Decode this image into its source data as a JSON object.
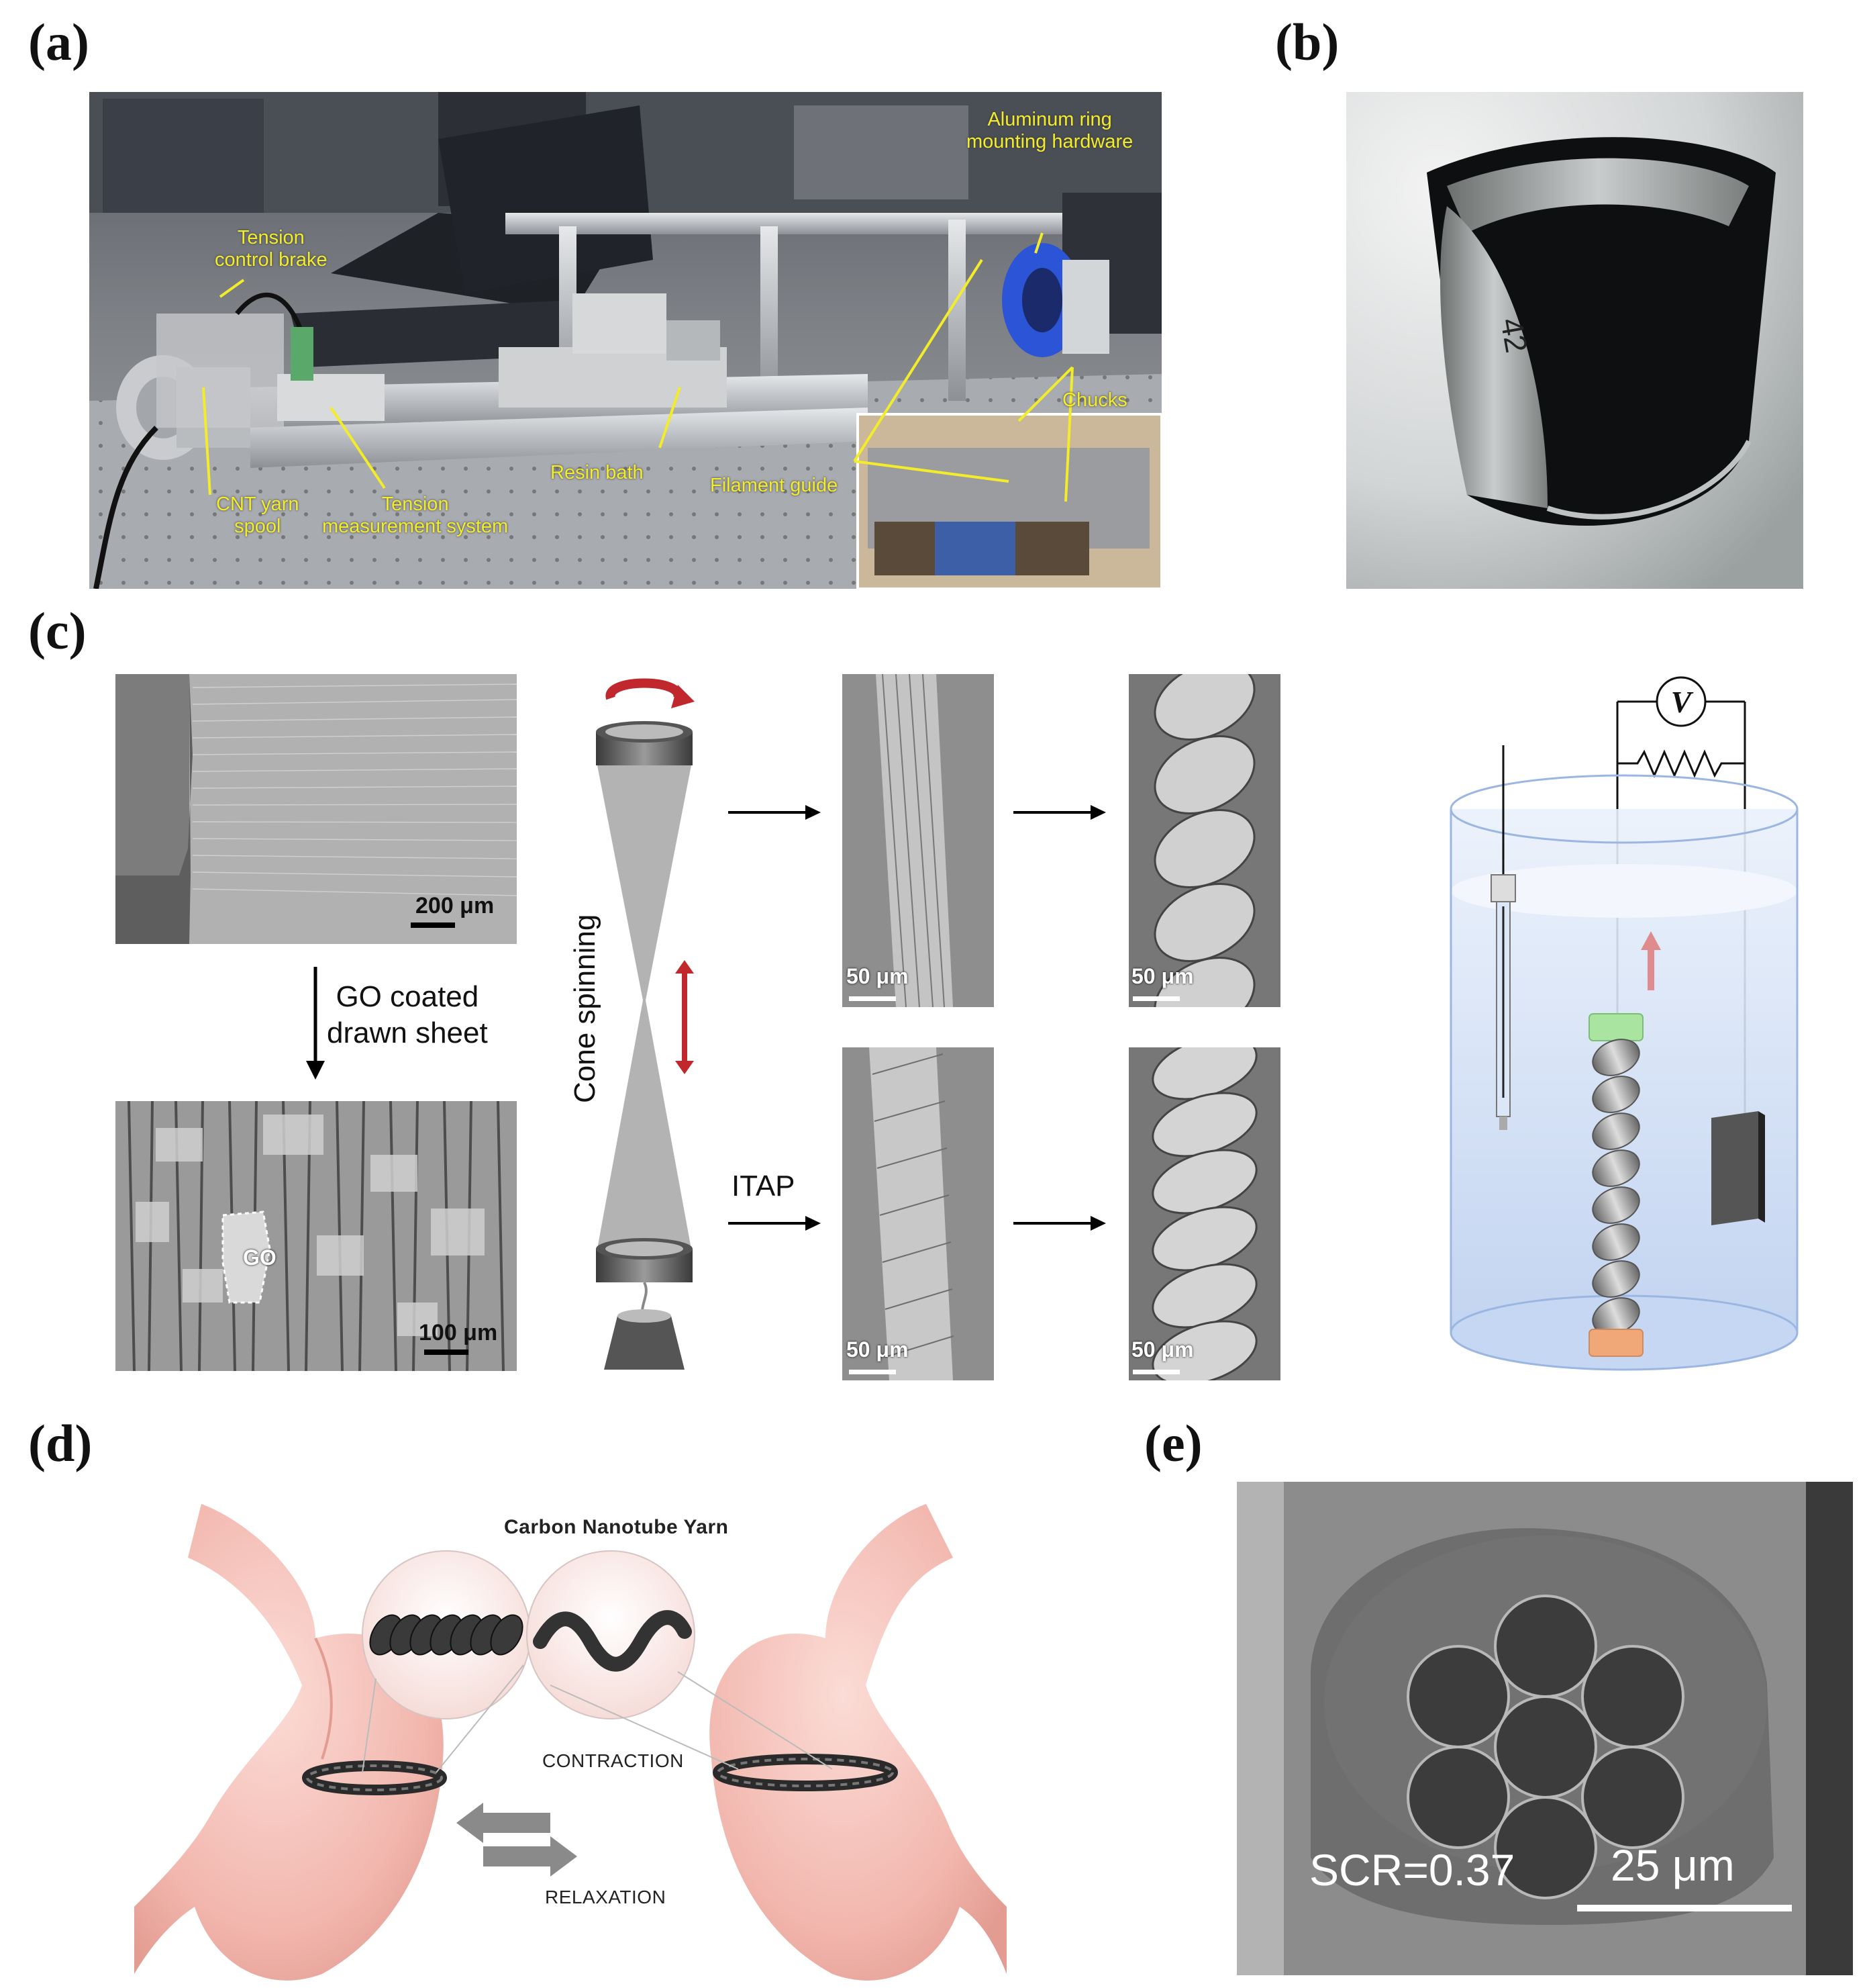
{
  "panels": {
    "a": {
      "label": "(a)",
      "annotations": {
        "tension_brake": "Tension\ncontrol brake",
        "ring_hardware": "Aluminum ring\nmounting hardware",
        "chucks": "Chucks",
        "resin_bath": "Resin bath",
        "filament_guide": "Filament guide",
        "cnt_spool": "CNT yarn\nspool",
        "tension_measure": "Tension\nmeasurement system"
      }
    },
    "b": {
      "label": "(b)",
      "ring_mark": "42"
    },
    "c": {
      "label": "(c)",
      "scale_200": "200 μm",
      "scale_100": "100 μm",
      "go_tag": "GO",
      "go_caption": "GO coated\ndrawn sheet",
      "cone_spinning": "Cone spinning",
      "itap": "ITAP",
      "scale_50a": "50 μm",
      "scale_50b": "50 μm",
      "scale_50c": "50 μm",
      "scale_50d": "50 μm",
      "voltmeter": "V"
    },
    "d": {
      "label": "(d)",
      "title": "Carbon Nanotube Yarn",
      "contraction": "CONTRACTION",
      "relaxation": "RELAXATION"
    },
    "e": {
      "label": "(e)",
      "scr": "SCR=0.37",
      "scale": "25 μm"
    }
  },
  "colors": {
    "annotation_yellow": "#f2ec2a",
    "arrow_red": "#c0282d",
    "stomach_pink": "#f2b7ae",
    "beaker_blue": "#c9daf2",
    "cap_green": "#a9e4a0",
    "cap_orange": "#f0a878"
  }
}
